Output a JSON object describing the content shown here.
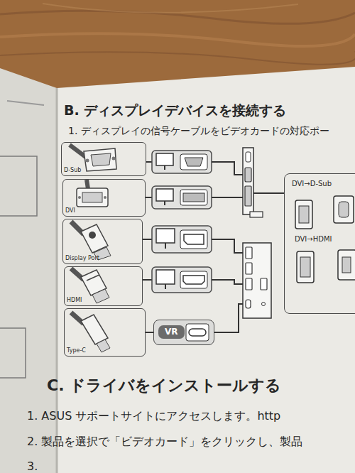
{
  "diagram": {
    "nodes": [
      {
        "text": [
          "D-Sub"
        ]
      },
      {
        "text": [
          "DVI"
        ]
      },
      {
        "text": [
          "Display Port"
        ]
      },
      {
        "text": [
          "HDMI"
        ]
      },
      {
        "text": [
          "Type-C"
        ]
      },
      {
        "text": [
          "VR"
        ]
      },
      {
        "text": [
          "DVI→D-Sub",
          "DVI→HDMI"
        ]
      }
    ],
    "edges": [
      {
        "from": 4,
        "to": 5,
        "arrow": "none"
      }
    ],
    "labels": [
      "B. ディスプレイデバイスを接続する",
      "1. ディスプレイの信号ケーブルをビデオカードの対応ポー",
      "C. ドライバをインストールする",
      "1. ASUS サポートサイトにアクセスします。http",
      "2. 製品を選択で「ビデオカード」をクリックし、製品",
      "3."
    ]
  }
}
